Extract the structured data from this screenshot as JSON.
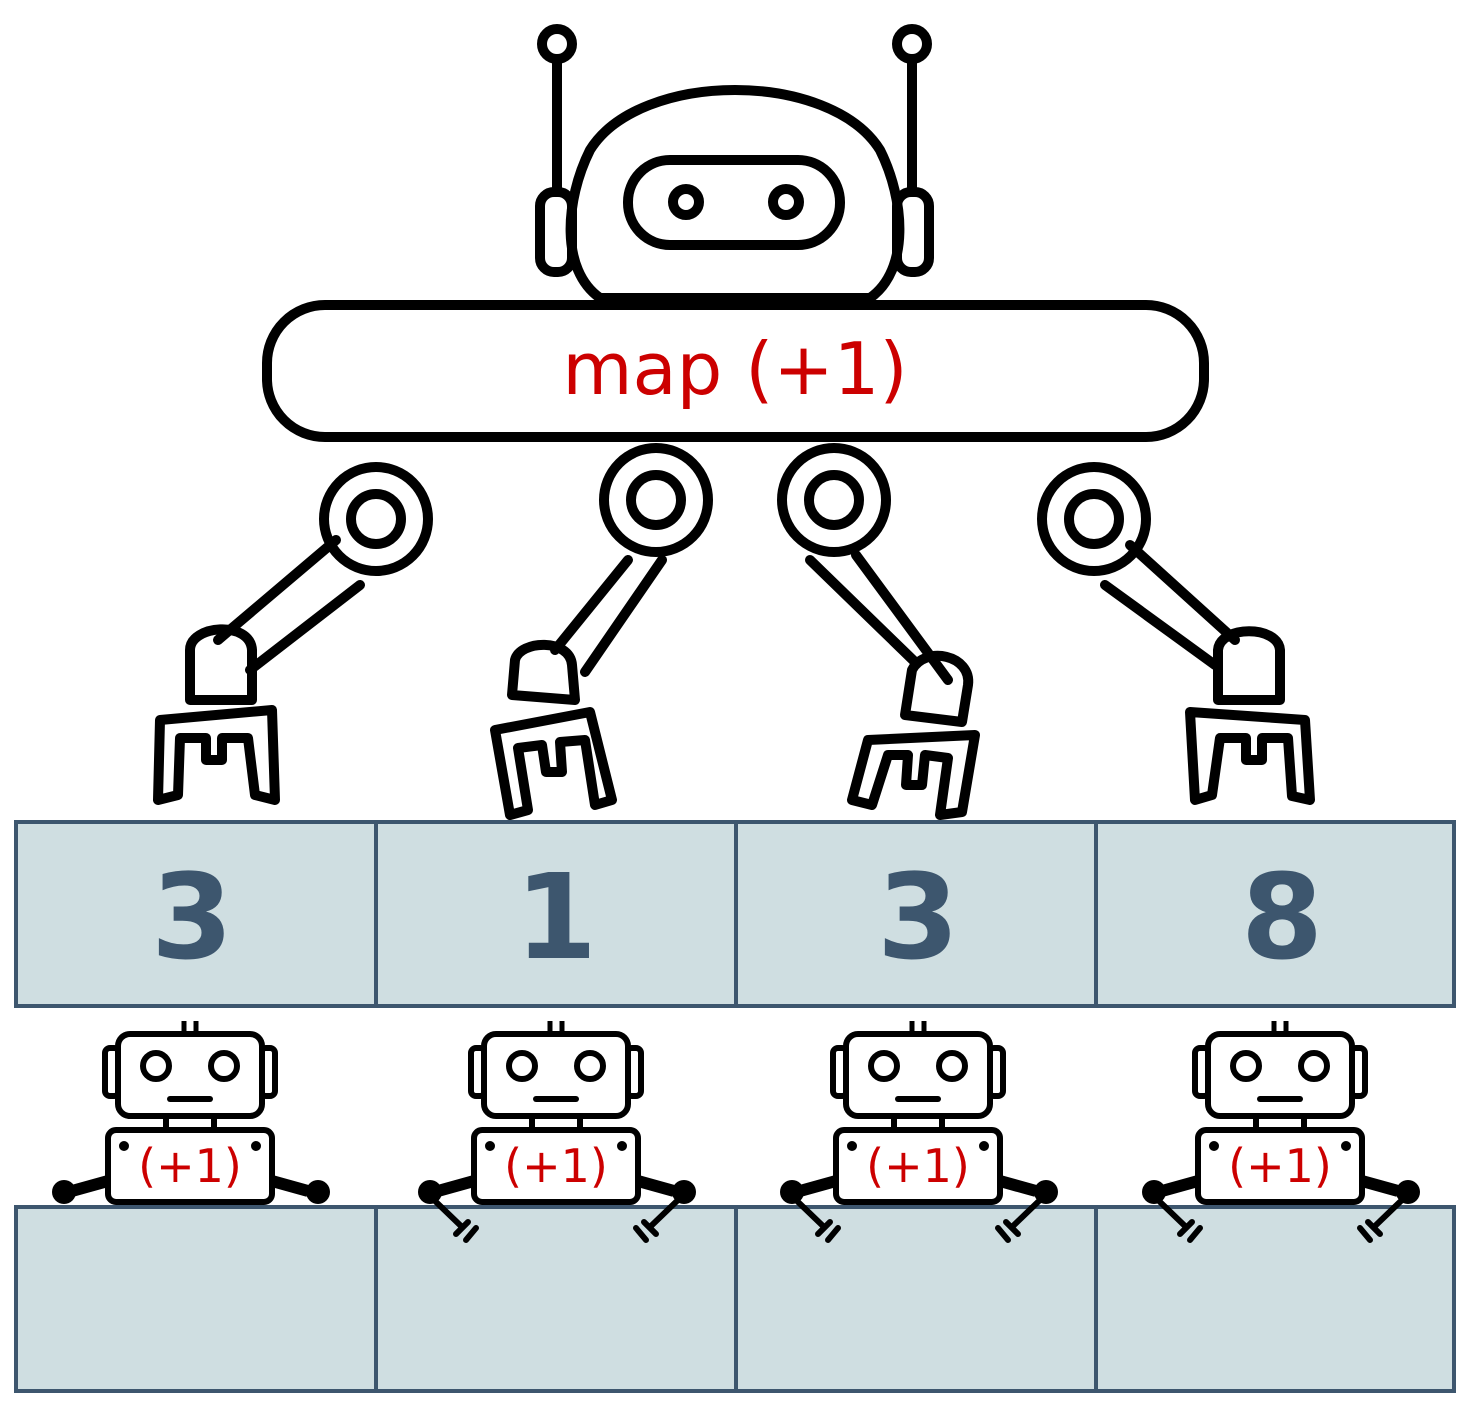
{
  "map_robot": {
    "function_label": "map (+1)",
    "icon": "robot-icon"
  },
  "input_list": [
    "3",
    "1",
    "3",
    "8"
  ],
  "workers": [
    {
      "function_label": "(+1)",
      "icon": "robot-icon"
    },
    {
      "function_label": "(+1)",
      "icon": "robot-icon"
    },
    {
      "function_label": "(+1)",
      "icon": "robot-icon"
    },
    {
      "function_label": "(+1)",
      "icon": "robot-icon"
    }
  ],
  "output_list": [
    "",
    "",
    "",
    ""
  ],
  "colors": {
    "cell_fill": "#cfdee1",
    "cell_border": "#3d566e",
    "number": "#3d566e",
    "function_text": "#cc0000",
    "ink": "#000000"
  }
}
